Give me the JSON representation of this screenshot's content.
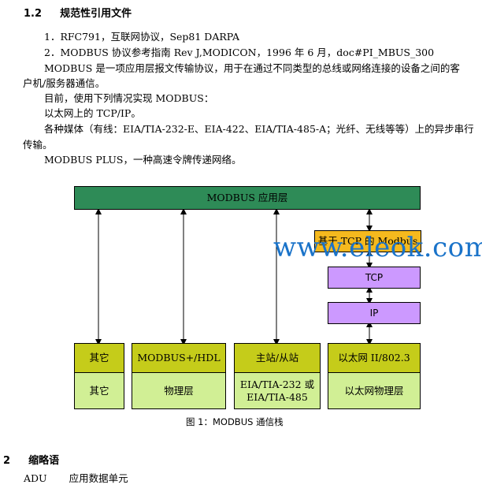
{
  "section_1_2": {
    "number": "1.2",
    "title": "规范性引用文件"
  },
  "references": [
    "1．RFC791，互联网协议，Sep81 DARPA",
    "2．MODBUS 协议参考指南 Rev J,MODICON，1996 年 6 月，doc#PI_MBUS_300"
  ],
  "paragraphs": {
    "p1_line1": "MODBUS 是一项应用层报文传输协议，用于在通过不同类型的总线或网络连接的设备之间的客",
    "p1_line2": "户机/服务器通信。",
    "p2": "目前，使用下列情况实现 MODBUS：",
    "p3": "以太网上的 TCP/IP。",
    "p4_line1": "各种媒体（有线：EIA/TIA-232-E、EIA-422、EIA/TIA-485-A；光纤、无线等等）上的异步串行",
    "p4_line2": "传输。",
    "p5": "MODBUS PLUS，一种高速令牌传递网络。"
  },
  "diagram": {
    "app_layer": "MODBUS 应用层",
    "tcp_modbus": "基于 TCP 的 Modbus",
    "tcp": "TCP",
    "ip": "IP",
    "columns": [
      {
        "top": "其它",
        "bottom": "其它"
      },
      {
        "top": "MODBUS+/HDL",
        "bottom": "物理层"
      },
      {
        "top": "主站/从站",
        "bottom_line1": "EIA/TIA-232 或",
        "bottom_line2": "EIA/TIA-485"
      },
      {
        "top": "以太网 II/802.3",
        "bottom": "以太网物理层"
      }
    ],
    "watermark": "www.eleok.com",
    "caption": "图 1：MODBUS 通信栈"
  },
  "section_2": {
    "number": "2",
    "title": "缩略语"
  },
  "abbreviations": [
    {
      "term": "ADU",
      "definition": "应用数据单元"
    }
  ],
  "colors": {
    "app_layer": "#2e8b57",
    "top_row": "#c5cc1a",
    "bottom_row": "#d1ef95",
    "tcp_ip": "#cc99ff",
    "tcp_modbus": "#f5b91e",
    "watermark": "#1a73c9"
  }
}
